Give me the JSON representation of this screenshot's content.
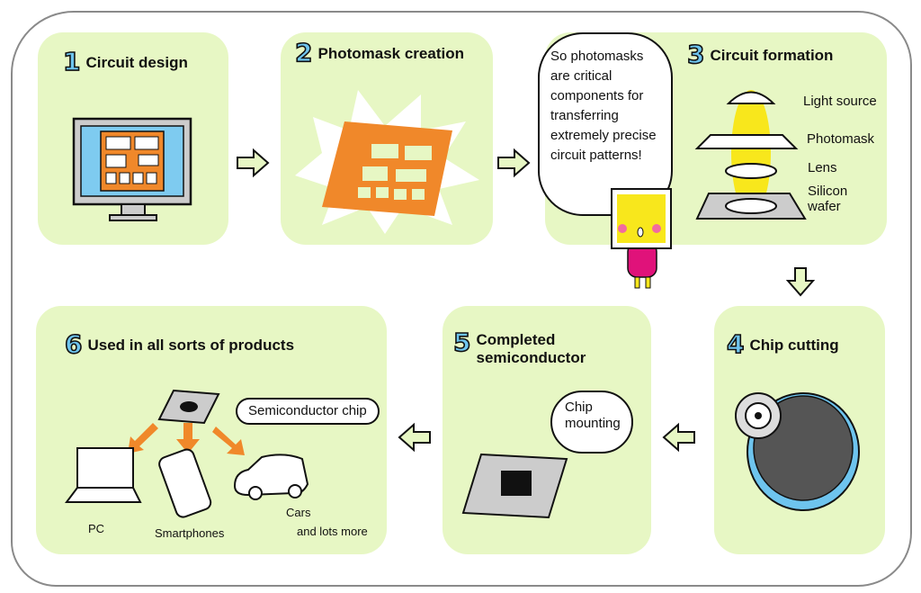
{
  "steps": [
    {
      "number": "1",
      "title": "Circuit design"
    },
    {
      "number": "2",
      "title": "Photomask creation"
    },
    {
      "number": "3",
      "title": "Circuit formation",
      "labels": {
        "light_source": "Light source",
        "photomask": "Photomask",
        "lens": "Lens",
        "silicon_wafer_line1": "Silicon",
        "silicon_wafer_line2": "wafer"
      }
    },
    {
      "number": "4",
      "title": "Chip cutting"
    },
    {
      "number": "5",
      "title_line1": "Completed",
      "title_line2": "semiconductor",
      "callout_line1": "Chip",
      "callout_line2": "mounting"
    },
    {
      "number": "6",
      "title": "Used in all sorts of products",
      "callout": "Semiconductor chip",
      "products": {
        "pc": "PC",
        "smartphones": "Smartphones",
        "cars_line1": "Cars",
        "cars_line2": "and lots more"
      }
    }
  ],
  "speech_bubble": [
    "So photomasks",
    "are critical",
    "components for",
    "transferring",
    "extremely precise",
    "circuit patterns!"
  ],
  "colors": {
    "panel": "#e7f7c4",
    "number": "#6ec4ee",
    "orange": "#f0882a",
    "yellow": "#f8e71c",
    "pink": "#e0127a"
  }
}
